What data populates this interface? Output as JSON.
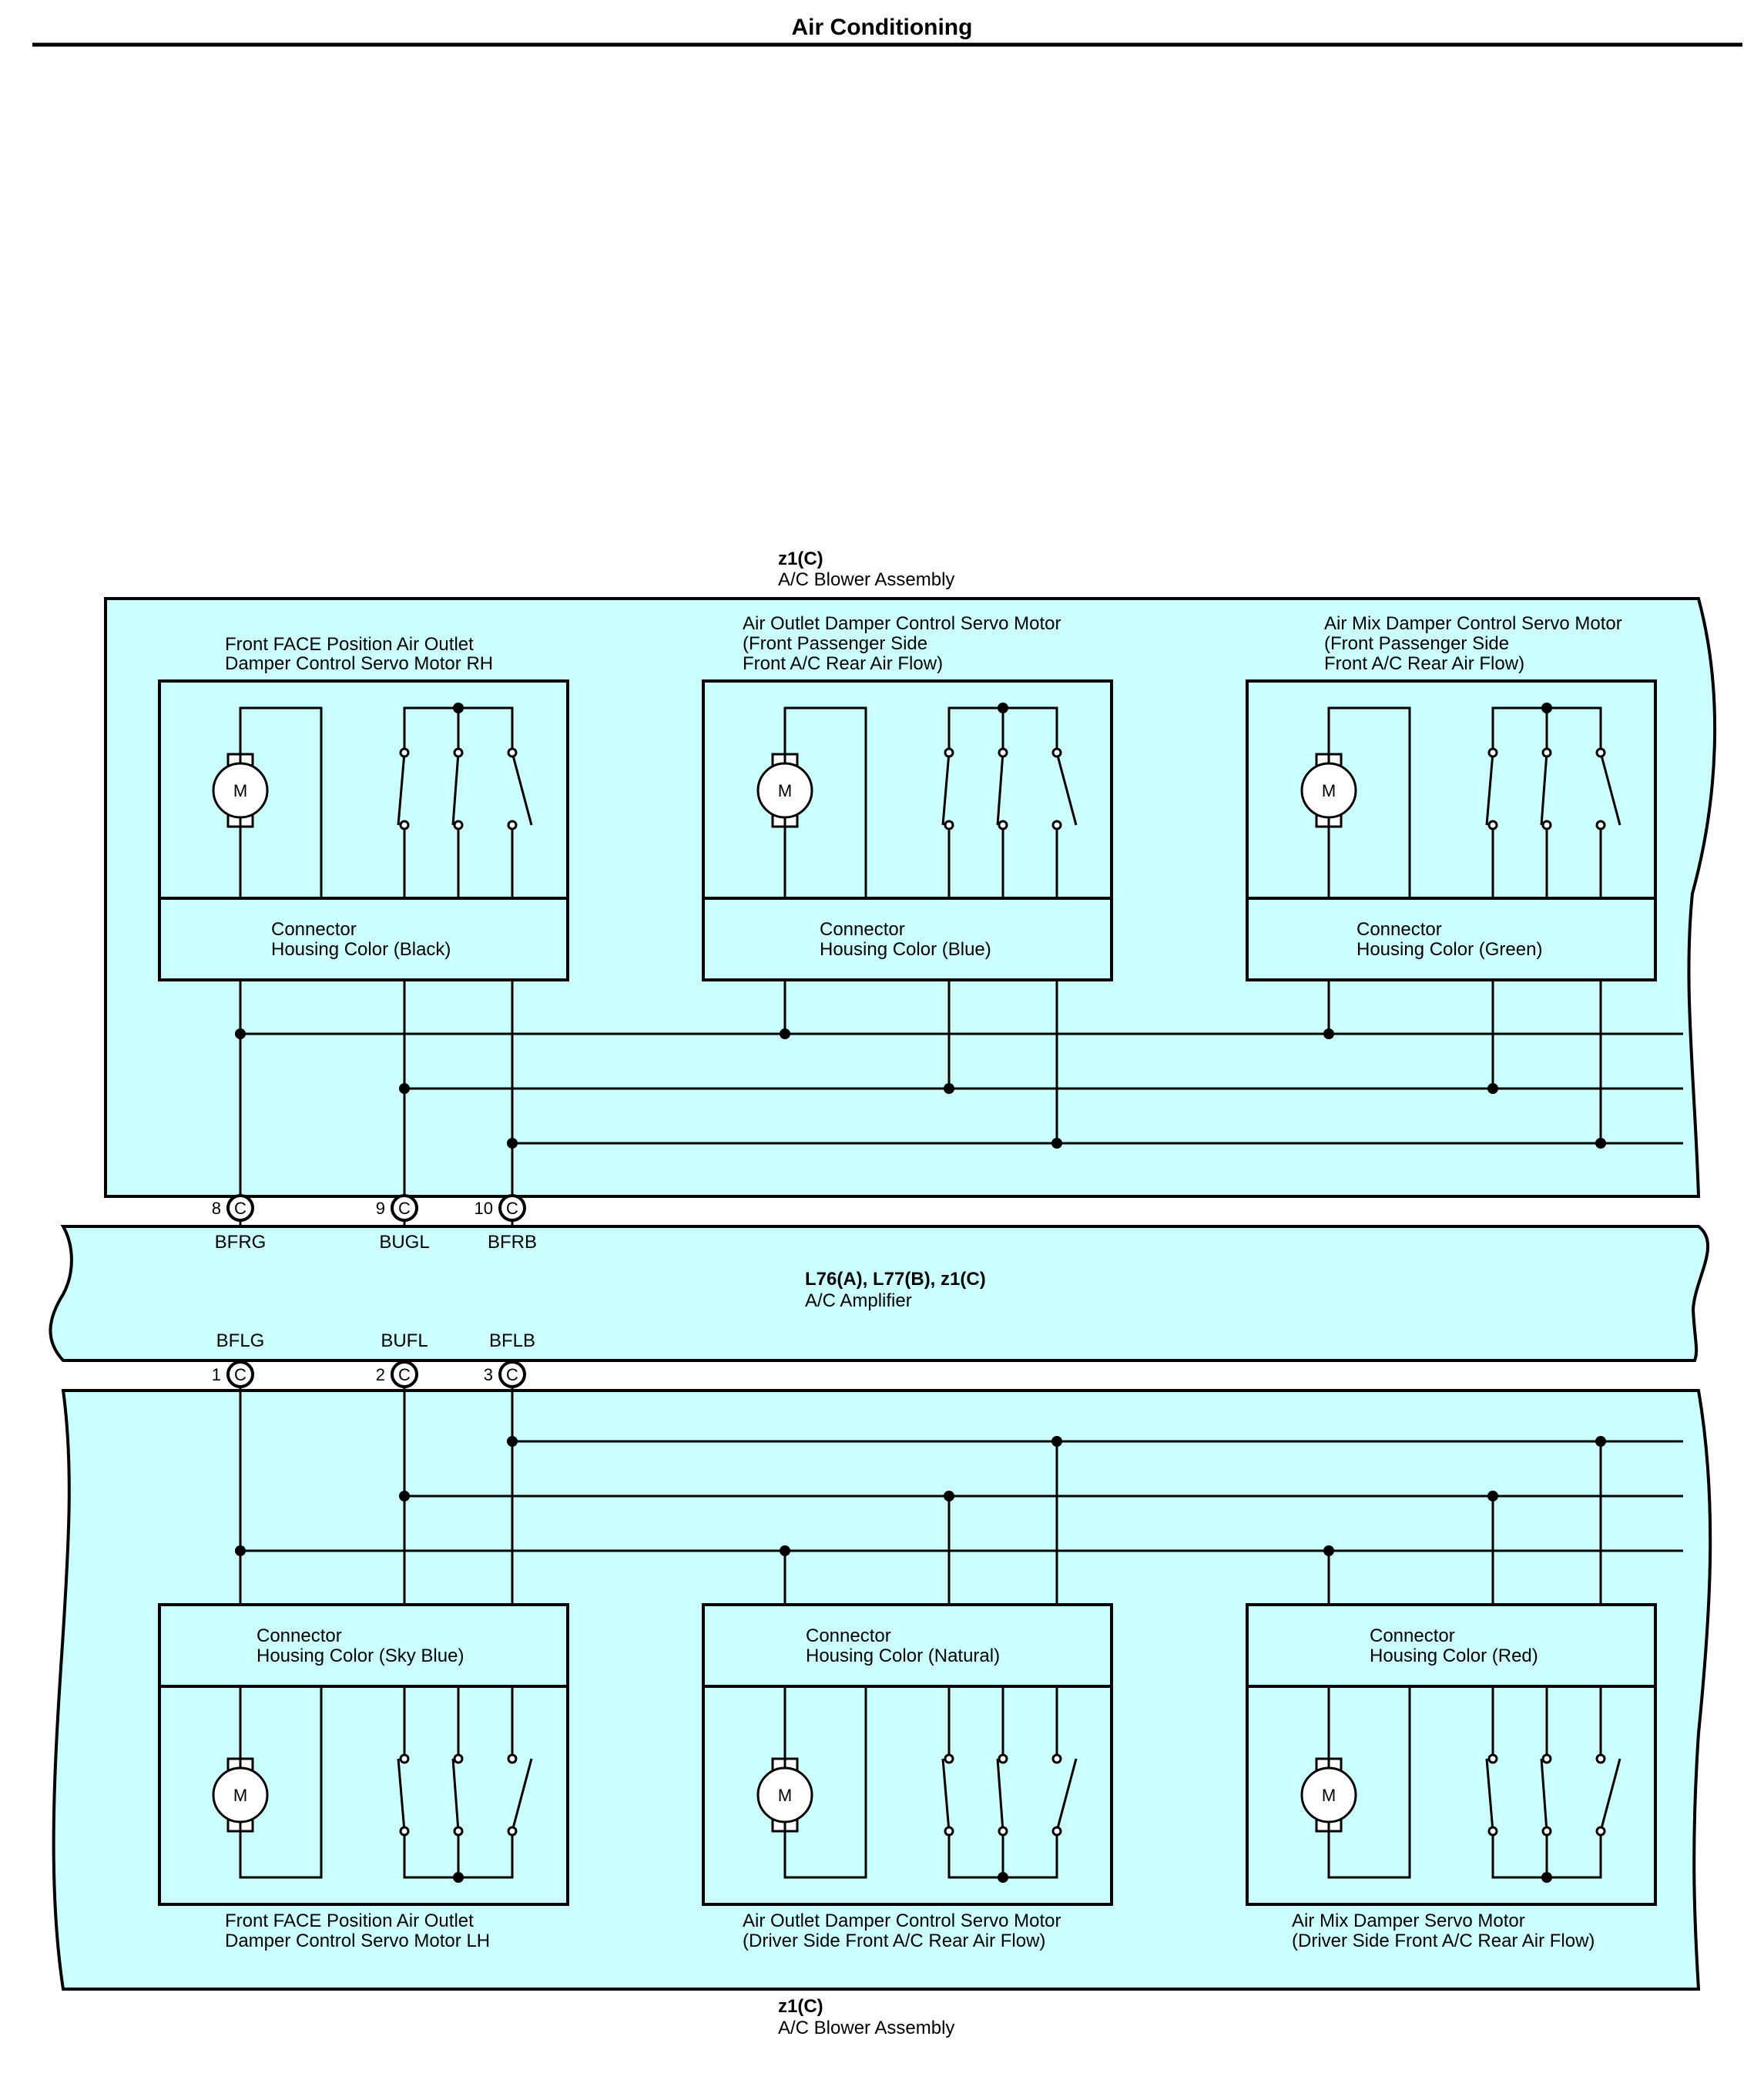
{
  "page_title": "Air Conditioning",
  "upper_assembly": {
    "code": "z1(C)",
    "name": "A/C Blower Assembly"
  },
  "lower_assembly": {
    "code": "z1(C)",
    "name": "A/C Blower Assembly"
  },
  "amplifier": {
    "code": "L76(A), L77(B), z1(C)",
    "name": "A/C Amplifier"
  },
  "top_motors": [
    {
      "name_lines": [
        "Front FACE Position Air Outlet",
        "Damper Control Servo Motor RH"
      ],
      "connector_lines": [
        "Connector",
        "Housing Color (Black)"
      ]
    },
    {
      "name_lines": [
        "Air Outlet Damper Control Servo Motor",
        "(Front Passenger Side",
        " Front A/C Rear Air Flow)"
      ],
      "connector_lines": [
        "Connector",
        "Housing Color (Blue)"
      ]
    },
    {
      "name_lines": [
        "Air Mix Damper Control Servo Motor",
        "(Front Passenger Side",
        " Front A/C Rear Air Flow)"
      ],
      "connector_lines": [
        "Connector",
        "Housing Color (Green)"
      ]
    }
  ],
  "bottom_motors": [
    {
      "name_lines": [
        "Front FACE Position Air Outlet",
        "Damper Control Servo Motor LH"
      ],
      "connector_lines": [
        "Connector",
        "Housing Color (Sky Blue)"
      ]
    },
    {
      "name_lines": [
        "Air Outlet Damper Control Servo Motor",
        "(Driver Side Front A/C Rear Air Flow)"
      ],
      "connector_lines": [
        "Connector",
        "Housing Color (Natural)"
      ]
    },
    {
      "name_lines": [
        "Air Mix Damper Servo Motor",
        "(Driver Side Front A/C Rear Air Flow)"
      ],
      "connector_lines": [
        "Connector",
        "Housing Color (Red)"
      ]
    }
  ],
  "motor_symbol": "M",
  "top_pins": [
    {
      "number": "8",
      "connector": "C",
      "signal": "BFRG"
    },
    {
      "number": "9",
      "connector": "C",
      "signal": "BUGL"
    },
    {
      "number": "10",
      "connector": "C",
      "signal": "BFRB"
    }
  ],
  "bottom_pins": [
    {
      "number": "1",
      "connector": "C",
      "signal": "BFLG"
    },
    {
      "number": "2",
      "connector": "C",
      "signal": "BUFL"
    },
    {
      "number": "3",
      "connector": "C",
      "signal": "BFLB"
    }
  ],
  "colors": {
    "component_fill": "#ccffff",
    "line": "#000000",
    "background": "#ffffff"
  }
}
